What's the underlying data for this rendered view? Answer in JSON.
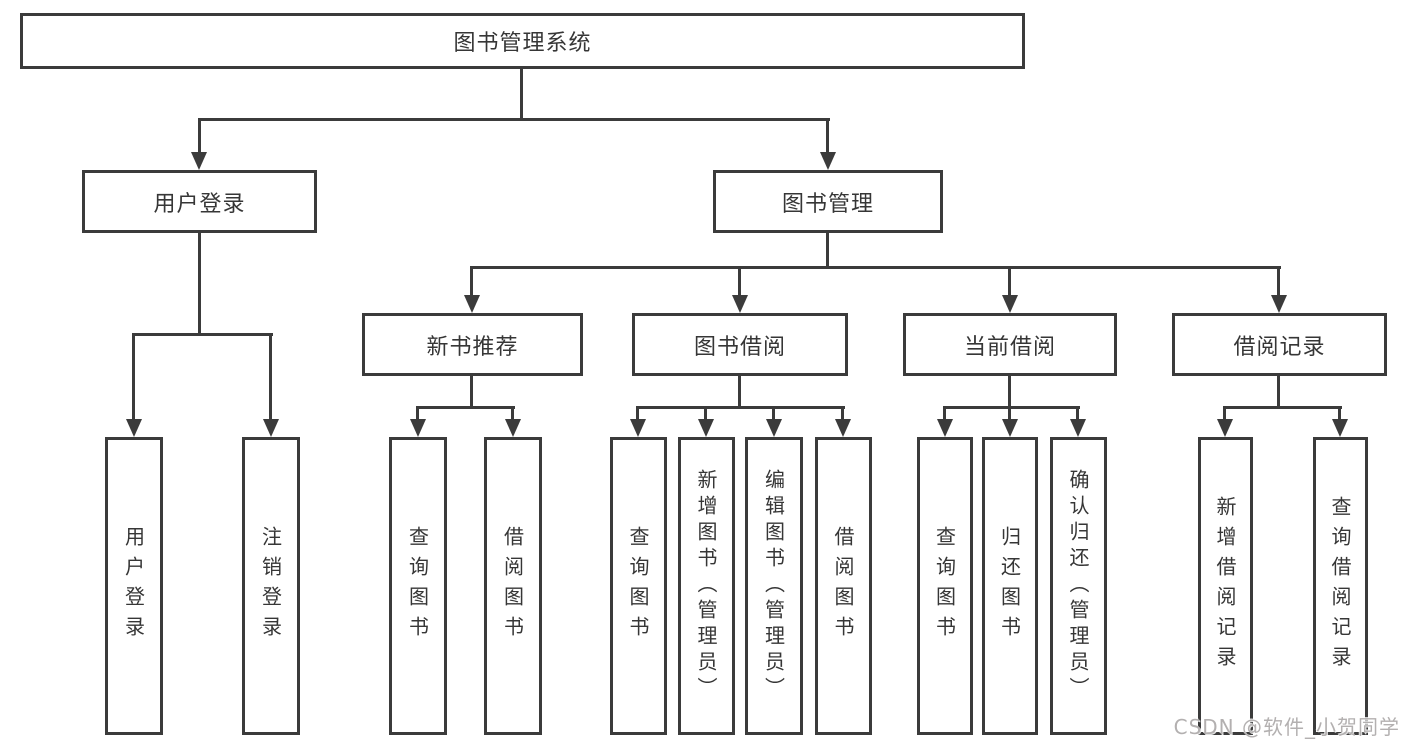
{
  "watermark": "CSDN @软件_小贺同学",
  "colors": {
    "line": "#3b3b3b",
    "text": "#363636",
    "box_fill": "#ffffff",
    "background": "#ffffff",
    "watermark": "#b3b0b0"
  },
  "tree": {
    "label": "图书管理系统",
    "children": [
      {
        "label": "用户登录",
        "children": [
          {
            "label": "用户登录"
          },
          {
            "label": "注销登录"
          }
        ]
      },
      {
        "label": "图书管理",
        "children": [
          {
            "label": "新书推荐",
            "children": [
              {
                "label": "查询图书"
              },
              {
                "label": "借阅图书"
              }
            ]
          },
          {
            "label": "图书借阅",
            "children": [
              {
                "label": "查询图书"
              },
              {
                "label": "新增图书（管理员）"
              },
              {
                "label": "编辑图书（管理员）"
              },
              {
                "label": "借阅图书"
              }
            ]
          },
          {
            "label": "当前借阅",
            "children": [
              {
                "label": "查询图书"
              },
              {
                "label": "归还图书"
              },
              {
                "label": "确认归还（管理员）"
              }
            ]
          },
          {
            "label": "借阅记录",
            "children": [
              {
                "label": "新增借阅记录"
              },
              {
                "label": "查询借阅记录"
              }
            ]
          }
        ]
      }
    ]
  }
}
